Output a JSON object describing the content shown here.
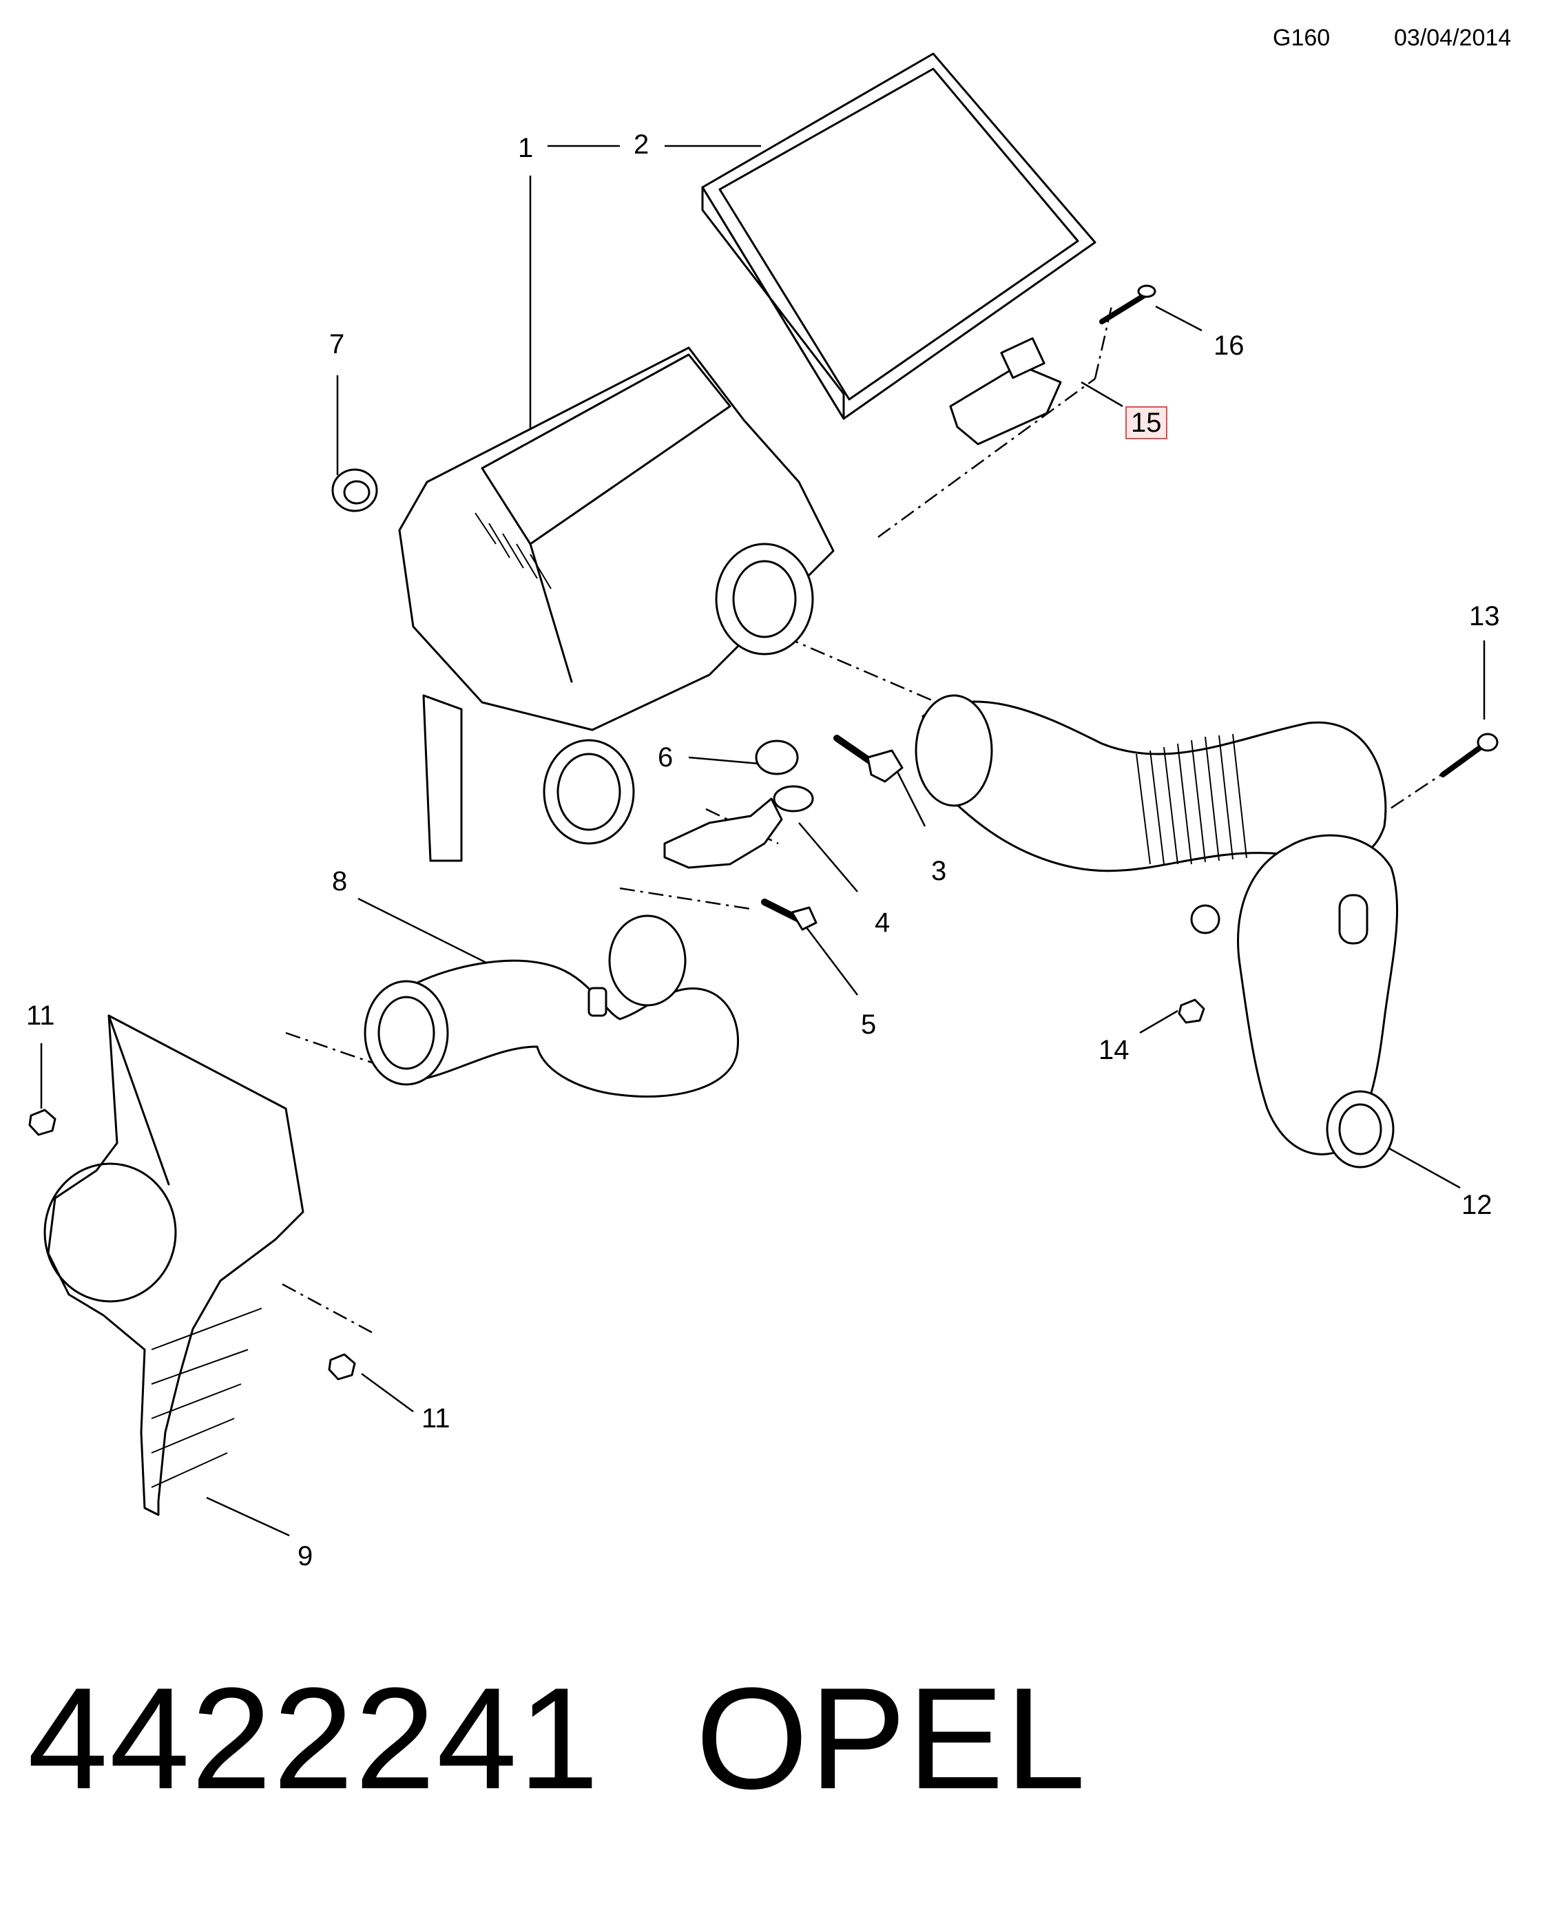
{
  "header": {
    "code": "G160",
    "date": "03/04/2014"
  },
  "callouts": {
    "c1": "1",
    "c2": "2",
    "c3": "3",
    "c4": "4",
    "c5": "5",
    "c6": "6",
    "c7": "7",
    "c8": "8",
    "c9": "9",
    "c11a": "11",
    "c11b": "11",
    "c12": "12",
    "c13": "13",
    "c14": "14",
    "c15": "15",
    "c16": "16"
  },
  "highlighted_callout": "15",
  "footer": {
    "part_number": "4422241",
    "brand": "OPEL"
  }
}
